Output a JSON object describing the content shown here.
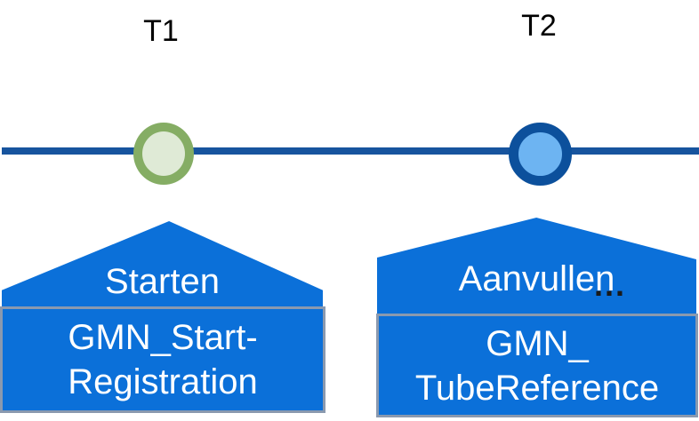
{
  "diagram": {
    "type": "timeline",
    "milestones": [
      {
        "time_label": "T1",
        "action": "Starten",
        "artifact_line1": "GMN_Start-",
        "artifact_line2": "Registration",
        "artifact_full": "GMN_Start-Registration",
        "marker_ring_color": "#85ad64",
        "marker_fill_color": "#dfead6"
      },
      {
        "time_label": "T2",
        "action": "Aanvullen",
        "artifact_line1": "GMN_",
        "artifact_line2": "TubeReference",
        "artifact_full": "GMN_TubeReference",
        "marker_ring_color": "#0c509c",
        "marker_fill_color": "#6db4f2"
      }
    ],
    "ellipsis": "..."
  },
  "colors": {
    "blue": "#0b70d9",
    "line": "#17549e",
    "m1ring": "#85ad64",
    "m1fill": "#dfead6",
    "m2ring": "#0c509c",
    "m2fill": "#6db4f2",
    "border": "#8a99af",
    "ink": "#000000",
    "text": "#ffffff",
    "ellipsisInk": "#1a1a1a"
  }
}
